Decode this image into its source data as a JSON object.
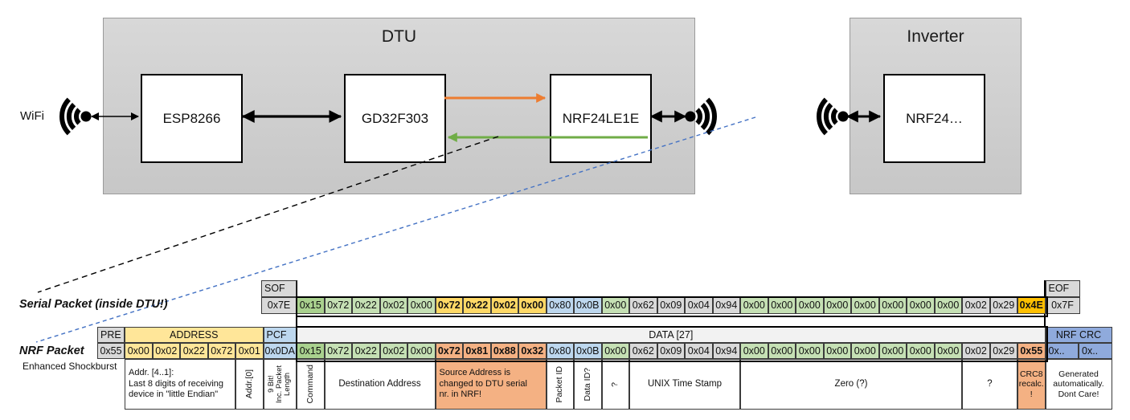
{
  "diagram": {
    "wifi_label": "WiFi",
    "dtu": {
      "title": "DTU",
      "chips": [
        "ESP8266",
        "GD32F303",
        "NRF24LE1E"
      ]
    },
    "inverter": {
      "title": "Inverter",
      "chips": [
        "NRF24…"
      ]
    }
  },
  "serial_packet": {
    "label": "Serial Packet (inside DTU!)",
    "sof_header": "SOF",
    "sof_value": "0x7E",
    "eof_header": "EOF",
    "eof_value": "0x7F",
    "bytes": [
      {
        "v": "0x15",
        "c": "gd"
      },
      {
        "v": "0x72",
        "c": "gn"
      },
      {
        "v": "0x22",
        "c": "gn"
      },
      {
        "v": "0x02",
        "c": "gn"
      },
      {
        "v": "0x00",
        "c": "gn"
      },
      {
        "v": "0x72",
        "c": "yl",
        "b": true
      },
      {
        "v": "0x22",
        "c": "yl",
        "b": true
      },
      {
        "v": "0x02",
        "c": "yl",
        "b": true
      },
      {
        "v": "0x00",
        "c": "yl",
        "b": true
      },
      {
        "v": "0x80",
        "c": "bl"
      },
      {
        "v": "0x0B",
        "c": "bl"
      },
      {
        "v": "0x00",
        "c": "gn"
      },
      {
        "v": "0x62",
        "c": "gy"
      },
      {
        "v": "0x09",
        "c": "gy"
      },
      {
        "v": "0x04",
        "c": "gy"
      },
      {
        "v": "0x94",
        "c": "gy"
      },
      {
        "v": "0x00",
        "c": "gn"
      },
      {
        "v": "0x00",
        "c": "gn"
      },
      {
        "v": "0x00",
        "c": "gn"
      },
      {
        "v": "0x00",
        "c": "gn"
      },
      {
        "v": "0x00",
        "c": "gn"
      },
      {
        "v": "0x00",
        "c": "gn"
      },
      {
        "v": "0x00",
        "c": "gn"
      },
      {
        "v": "0x00",
        "c": "gn"
      },
      {
        "v": "0x02",
        "c": "gy"
      },
      {
        "v": "0x29",
        "c": "gy"
      },
      {
        "v": "0x4E",
        "c": "or",
        "b": true
      }
    ]
  },
  "nrf_packet": {
    "label": "NRF Packet",
    "sub_label": "Enhanced Shockburst",
    "headers": {
      "pre": "PRE",
      "address": "ADDRESS",
      "pcf": "PCF",
      "data": "DATA [27]",
      "crc": "NRF CRC"
    },
    "pre": "0x55",
    "address": [
      "0x00",
      "0x02",
      "0x22",
      "0x72",
      "0x01"
    ],
    "pcf": "0x0DA",
    "bytes": [
      {
        "v": "0x15",
        "c": "gd"
      },
      {
        "v": "0x72",
        "c": "gn"
      },
      {
        "v": "0x22",
        "c": "gn"
      },
      {
        "v": "0x02",
        "c": "gn"
      },
      {
        "v": "0x00",
        "c": "gn"
      },
      {
        "v": "0x72",
        "c": "sa",
        "b": true
      },
      {
        "v": "0x81",
        "c": "sa",
        "b": true
      },
      {
        "v": "0x88",
        "c": "sa",
        "b": true
      },
      {
        "v": "0x32",
        "c": "sa",
        "b": true
      },
      {
        "v": "0x80",
        "c": "bl"
      },
      {
        "v": "0x0B",
        "c": "bl"
      },
      {
        "v": "0x00",
        "c": "gn"
      },
      {
        "v": "0x62",
        "c": "gy"
      },
      {
        "v": "0x09",
        "c": "gy"
      },
      {
        "v": "0x04",
        "c": "gy"
      },
      {
        "v": "0x94",
        "c": "gy"
      },
      {
        "v": "0x00",
        "c": "gn"
      },
      {
        "v": "0x00",
        "c": "gn"
      },
      {
        "v": "0x00",
        "c": "gn"
      },
      {
        "v": "0x00",
        "c": "gn"
      },
      {
        "v": "0x00",
        "c": "gn"
      },
      {
        "v": "0x00",
        "c": "gn"
      },
      {
        "v": "0x00",
        "c": "gn"
      },
      {
        "v": "0x00",
        "c": "gn"
      },
      {
        "v": "0x02",
        "c": "gy"
      },
      {
        "v": "0x29",
        "c": "gy"
      },
      {
        "v": "0x55",
        "c": "sa",
        "b": true
      }
    ],
    "crc": [
      "0x..",
      "0x.."
    ]
  },
  "annotations": {
    "addr_4_1": "Addr. [4..1]:\nLast 8 digits of receiving\ndevice in \"little Endian\"",
    "addr_0": "Addr.[0]",
    "pcf_len": "9 Bit!\nInc. Packet\nLength",
    "command": "Command",
    "dest": "Destination Address",
    "source": "Source Address is\nchanged to DTU serial\nnr. in NRF!",
    "packet_id": "Packet ID",
    "data_id": "Data ID?",
    "q1": "?",
    "unix": "UNIX Time Stamp",
    "zero": "Zero (?)",
    "q2": "?",
    "crc8": "CRC8\nrecalc.\n!",
    "gen": "Generated\nautomatically.\nDont Care!"
  },
  "colors": {
    "gray_cell": "#D9D9D9",
    "green_dark": "#A9D18E",
    "green_light": "#C5E0B4",
    "gold": "#FFD966",
    "orange_accent": "#FFC000",
    "blue_light": "#BDD7EE",
    "salmon": "#F4B183",
    "address_yellow": "#FFE699",
    "crc_blue": "#8FAADC",
    "data_header_gray": "#F2F2F2",
    "orange_arrow": "#ED7D31",
    "green_arrow": "#70AD47",
    "blue_dashed": "#4472C4"
  }
}
